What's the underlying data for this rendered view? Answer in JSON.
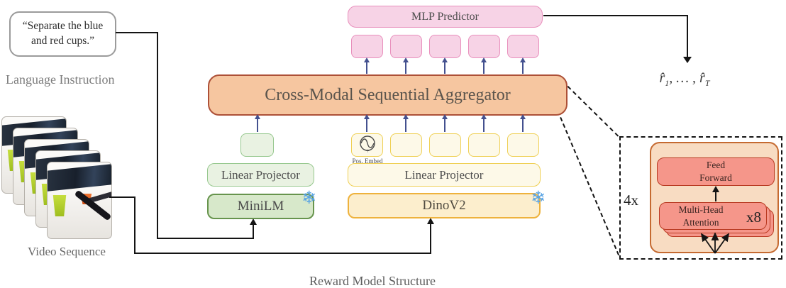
{
  "title": "Reward Model Structure",
  "language": {
    "bubble": {
      "line1": "“Separate the blue",
      "line2": "and red cups.”"
    },
    "label": "Language Instruction"
  },
  "video": {
    "label": "Video Sequence",
    "frame_count": 5
  },
  "text_branch": {
    "projector": "Linear Projector",
    "encoder": "MiniLM",
    "token_count": 1
  },
  "vision_branch": {
    "projector": "Linear Projector",
    "encoder": "DinoV2",
    "pos_embed_label": "Pos. Embed",
    "token_count": 5
  },
  "aggregator": {
    "label": "Cross-Modal Sequential Aggregator"
  },
  "predictor": {
    "label": "MLP Predictor",
    "output_token_count": 5
  },
  "output": {
    "r": "r̂",
    "sub_first": "1",
    "ellipsis": ", … , ",
    "sub_last": "T"
  },
  "detail": {
    "layers_multiplier": "4x",
    "feed_forward": {
      "line1": "Feed",
      "line2": "Forward"
    },
    "attention": {
      "line1": "Multi-Head",
      "line2": "Attention",
      "multiplier": "x8"
    }
  },
  "icons": {
    "frozen": "❄",
    "pos_embed": "sine-wave-circle",
    "pos_embed_plus": "+"
  },
  "colors": {
    "pink_fill": "#f7d3e6",
    "pink_border": "#e88fbc",
    "orange_fill": "#f6c6a0",
    "orange_border": "#ad5037",
    "green_fill": "#e9f2e2",
    "green_border": "#97c88f",
    "green_dark_fill": "#d7e8ca",
    "green_dark_border": "#67944d",
    "yellow_fill": "#fdf9e8",
    "yellow_border": "#efd054",
    "yellow_dark_fill": "#fceecd",
    "yellow_dark_border": "#eeb23c",
    "red_fill": "#f5968a",
    "red_border": "#b93a22",
    "detail_fill": "#f8dcc2",
    "detail_border": "#c56a31",
    "arrow_blue": "#44518f",
    "snowflake_blue": "#58a3e4",
    "line_black": "#141414"
  }
}
